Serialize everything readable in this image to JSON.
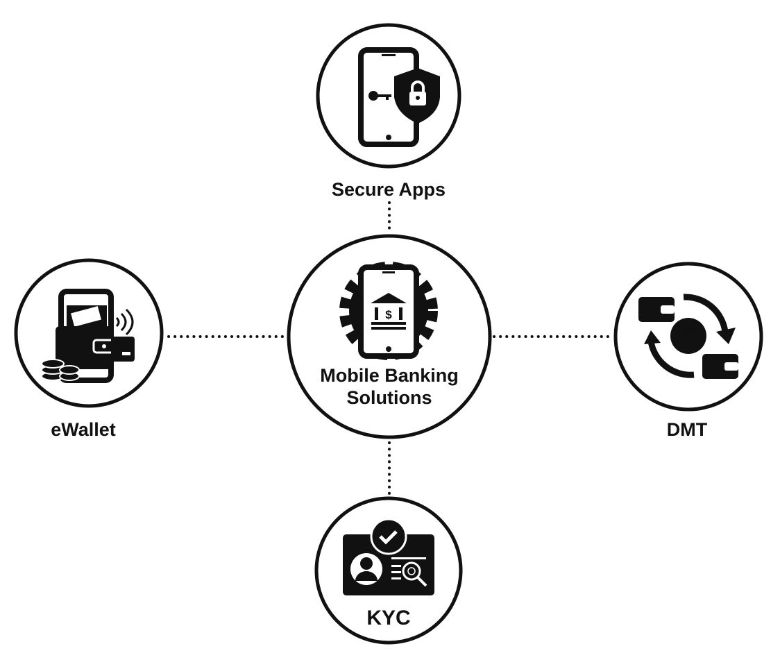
{
  "center": {
    "label_line1": "Mobile Banking",
    "label_line2": "Solutions",
    "icon": "bank-phone-gear-icon"
  },
  "nodes": {
    "top": {
      "label": "Secure Apps",
      "icon": "phone-shield-lock-key-icon"
    },
    "left": {
      "label": "eWallet",
      "icon": "wallet-phone-coins-icon"
    },
    "right": {
      "label": "DMT",
      "icon": "rupee-transfer-wallets-icon"
    },
    "bottom": {
      "label": "KYC",
      "icon": "id-card-check-fingerprint-icon"
    }
  },
  "colors": {
    "stroke": "#111111",
    "background": "#ffffff"
  }
}
